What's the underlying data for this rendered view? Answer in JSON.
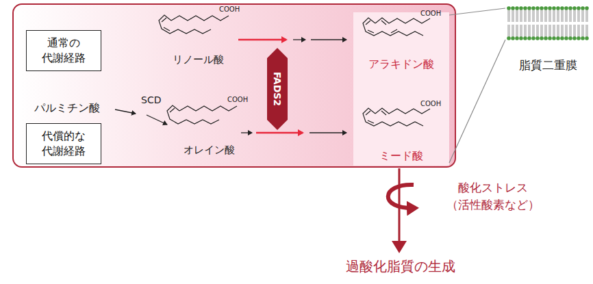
{
  "diagram": {
    "nodes": [
      {
        "text": []
      },
      {
        "text": [
          "通常の 代謝経路"
        ],
        "in": 0
      },
      {
        "text": [
          "代償的な 代謝経路"
        ],
        "in": 0
      },
      {
        "text": [
          "FADS2"
        ],
        "in": 0
      },
      {
        "text": [
          "アラキドン酸",
          "ミード酸"
        ],
        "in": 0
      },
      {
        "text": [
          "脂質二重膜"
        ]
      }
    ],
    "edges": [
      {
        "from": 4,
        "to": 5,
        "arrow": "none"
      }
    ],
    "labels": [
      "パルミチン酸",
      "SCD",
      "COOH",
      "リノール酸",
      "COOH",
      "オレイン酸",
      "COOH",
      "COOH",
      "酸化ストレス （活性酸素など）",
      "過酸化脂質の生成"
    ]
  }
}
